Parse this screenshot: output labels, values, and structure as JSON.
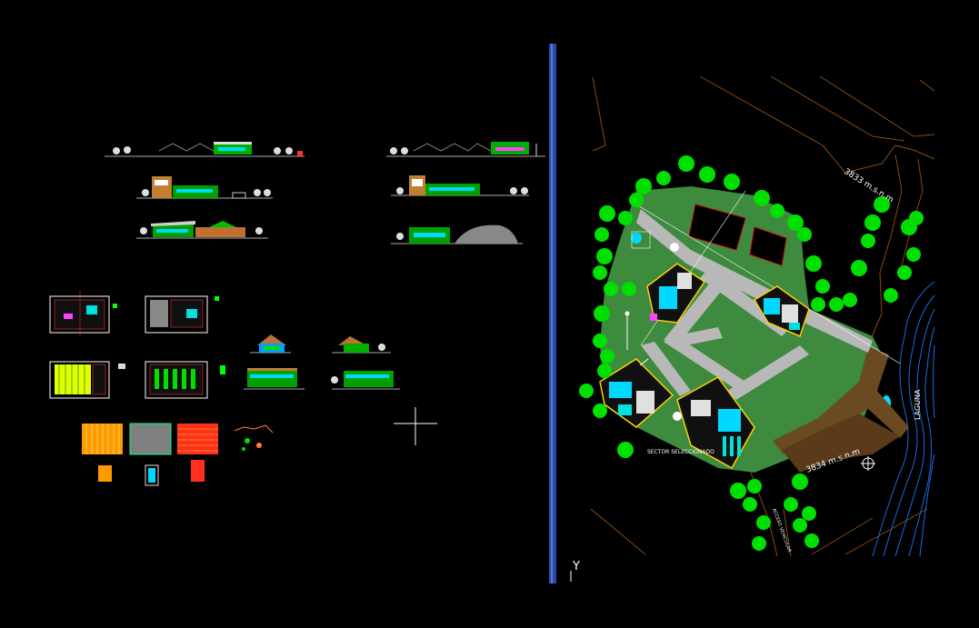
{
  "viewport": {
    "background": "#000000",
    "left_panel": "Elevations, floor plans and sections",
    "right_panel": "Site plan"
  },
  "site_plan": {
    "contour_label_top": "3833 m.s.n.m",
    "contour_label_bottom": "3834 m.s.n.m",
    "lake_label": "LAGUNA",
    "sector_label": "SECTOR SELECCIONADO",
    "road_label": "ACCESO VEHICULAR"
  },
  "ucs": {
    "y_label": "Y"
  },
  "colors": {
    "grass": "#3e8a3e",
    "path": "#b8b8b8",
    "tree": "#00e000",
    "contour": "#8a4a10",
    "water": "#1a6ae0",
    "building": "#ffd200",
    "divider": "#2a4aa8"
  }
}
